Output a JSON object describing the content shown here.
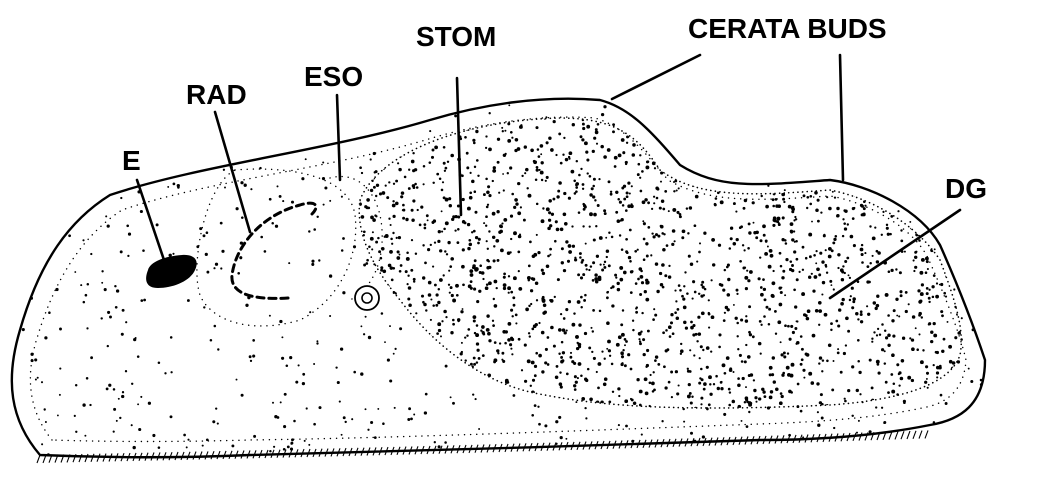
{
  "labels": {
    "e": "E",
    "rad": "RAD",
    "eso": "ESO",
    "stom": "STOM",
    "cerata_buds": "CERATA BUDS",
    "dg": "DG"
  },
  "colors": {
    "ink": "#000000",
    "background": "#ffffff"
  }
}
